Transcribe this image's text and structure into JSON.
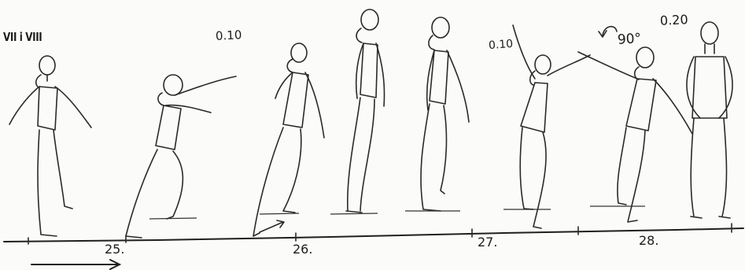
{
  "labels": {
    "section": "VII i VIII",
    "tempo_1": "0.10",
    "tempo_2": "0.10",
    "tempo_3": "0.20",
    "rotation": "90°"
  },
  "counts": [
    "25.",
    "26.",
    "27.",
    "28."
  ],
  "icons": {
    "rotation": "curved-arrow-icon",
    "direction": "right-arrow-icon"
  }
}
